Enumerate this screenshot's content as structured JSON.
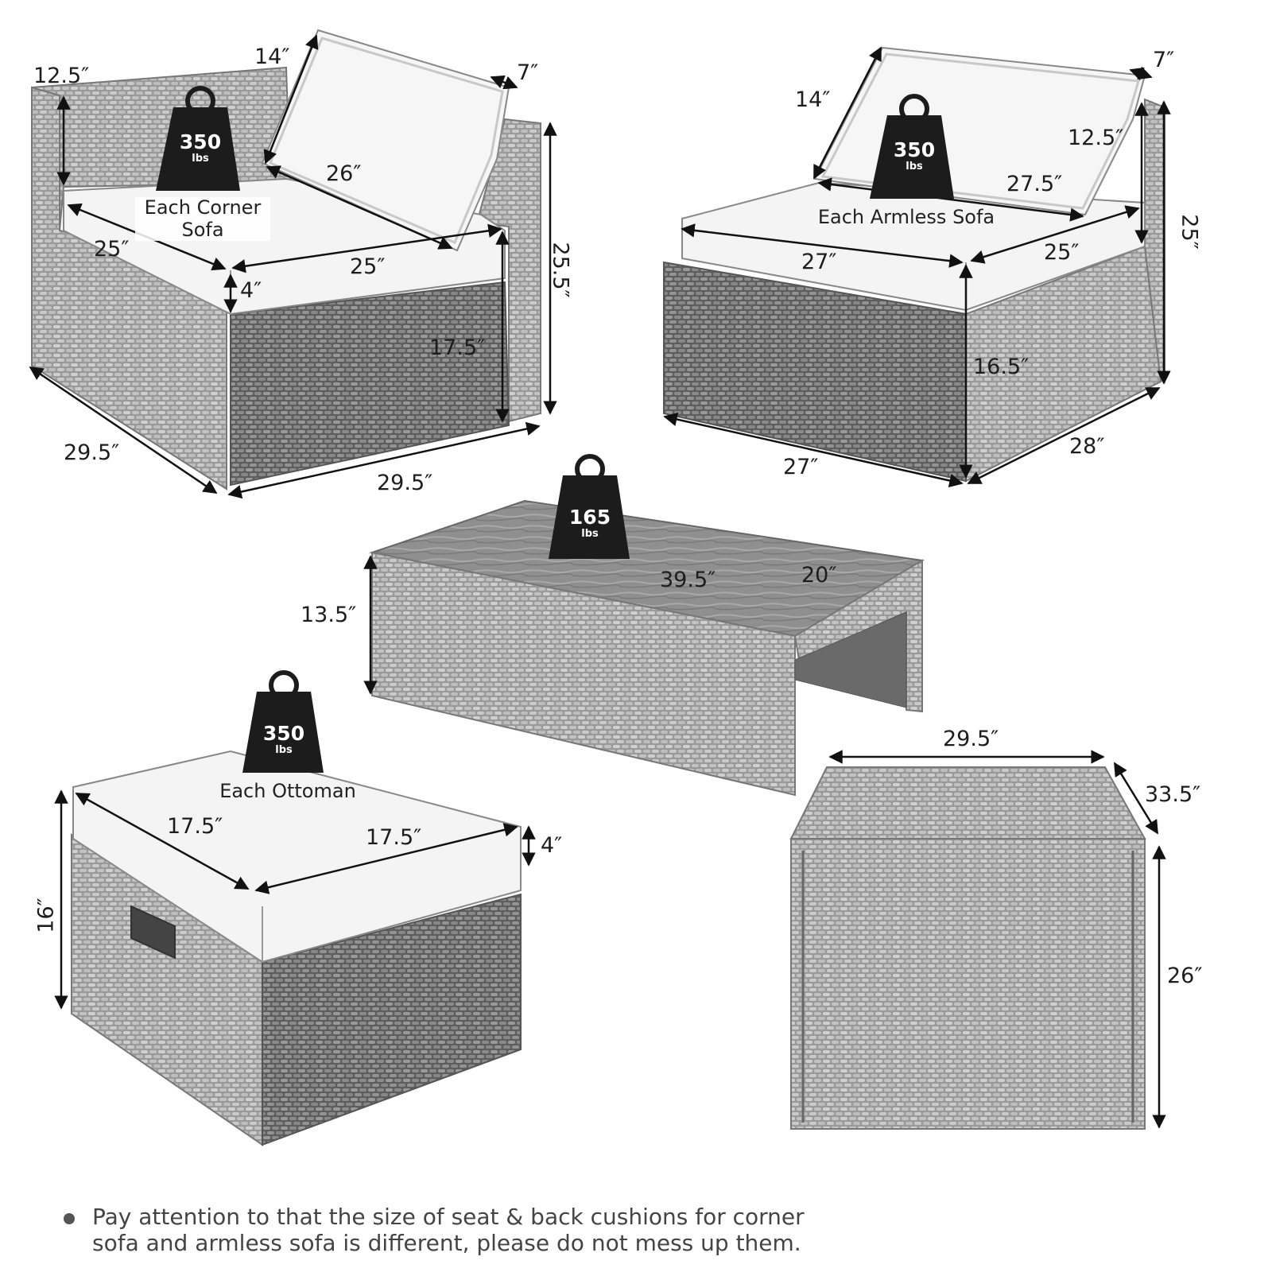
{
  "weights": {
    "corner_sofa": {
      "value": "350",
      "unit": "lbs",
      "caption_line1": "Each Corner",
      "caption_line2": "Sofa"
    },
    "armless_sofa": {
      "value": "350",
      "unit": "lbs",
      "caption": "Each Armless Sofa"
    },
    "coffee_table": {
      "value": "165",
      "unit": "lbs"
    },
    "ottoman": {
      "value": "350",
      "unit": "lbs",
      "caption": "Each Ottoman"
    }
  },
  "corner_sofa": {
    "back_height": "12.5″",
    "back_cushion_thick": "14″",
    "back_cushion_depth": "7″",
    "back_cushion_width": "26″",
    "seat_left": "25″",
    "seat_right": "25″",
    "seat_thick": "4″",
    "total_height": "25.5″",
    "seat_height": "17.5″",
    "depth": "29.5″",
    "width": "29.5″"
  },
  "armless_sofa": {
    "back_cushion_height": "14″",
    "back_cushion_depth": "7″",
    "back_height": "12.5″",
    "back_cushion_width": "27.5″",
    "total_height": "25″",
    "seat_width": "27″",
    "seat_depth": "25″",
    "seat_height": "16.5″",
    "width": "27″",
    "depth": "28″"
  },
  "coffee_table": {
    "length": "39.5″",
    "width": "20″",
    "height": "13.5″"
  },
  "ottoman": {
    "left": "17.5″",
    "right": "17.5″",
    "cushion": "4″",
    "height": "16″"
  },
  "storage_box": {
    "width": "29.5″",
    "depth": "33.5″",
    "height": "26″"
  },
  "note": {
    "line1": "Pay attention to that the size of seat & back cushions for corner",
    "line2": "sofa and armless sofa is different, please do not mess up them."
  },
  "colors": {
    "wicker_light": "#b9b9b9",
    "wicker_dark": "#6e6e6e",
    "cushion": "#f4f4f4",
    "weight_icon": "#1c1c1c"
  }
}
